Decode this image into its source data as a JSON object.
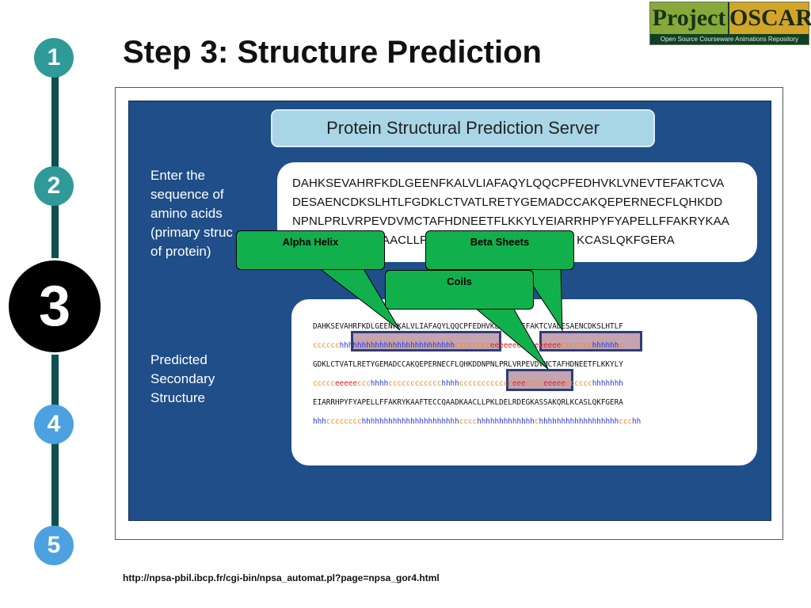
{
  "steps": [
    {
      "label": "1"
    },
    {
      "label": "2"
    },
    {
      "label": "3"
    },
    {
      "label": "4"
    },
    {
      "label": "5"
    }
  ],
  "slide": {
    "title": "Step 3: Structure Prediction"
  },
  "logo": {
    "word1": "Project",
    "word2": "OSCAR",
    "tagline": "Open Source Courseware Animations Repository"
  },
  "server": {
    "title": "Protein Structural Prediction Server"
  },
  "labels": {
    "sequence": [
      "Enter the",
      "sequence of",
      "amino acids",
      "(primary struc",
      "of protein)"
    ],
    "predicted": [
      "Predicted",
      "Secondary",
      "Structure"
    ]
  },
  "sequence_lines": [
    "DAHKSEVAHRFKDLGEENFKALVLIAFAQYLQQCPFEDHVKLVNEVTEFAKTCVA",
    "DESAENCDKSLHTLFGDKLCTVATLRETYGEMADCCAKQEPERNECFLQHKDD",
    "NPNLPRLVRPEVDVMCTAFHDNEETFLKKYLYEIARRHPYFYAPELLFFAKRYKAA",
    "AACLLP",
    "KCASLQKFGERA"
  ],
  "prediction": [
    {
      "type": "aa",
      "segments": [
        {
          "t": "DAHKSEVAHRFKDLGEENFKALVLIAFAQYLQQCPFEDHVKLVNEVTEFAKTCVADESAENCDKSLHTLF",
          "c": "aa"
        }
      ]
    },
    {
      "type": "ss",
      "segments": [
        {
          "t": "cccccc",
          "c": "c"
        },
        {
          "t": "hhhhhhhhhhhhhhhhhhhhhhhhhh",
          "c": "h"
        },
        {
          "t": "cccccccc",
          "c": "c"
        },
        {
          "t": "eeeeeeeeeeeeeeee",
          "c": "e"
        },
        {
          "t": "ccccccc",
          "c": "c"
        },
        {
          "t": "hhhhhh",
          "c": "h"
        },
        {
          "t": "c",
          "c": "c"
        }
      ]
    },
    {
      "type": "aa",
      "segments": [
        {
          "t": "GDKLCTVATLRETYGEMADCCAKQEPERNECFLQHKDDNPNLPRLVRPEVDVMCTAFHDNEETFLKKYLY",
          "c": "aa"
        }
      ]
    },
    {
      "type": "ss",
      "segments": [
        {
          "t": "ccccc",
          "c": "c"
        },
        {
          "t": "eeeee",
          "c": "e"
        },
        {
          "t": "ccc",
          "c": "c"
        },
        {
          "t": "hhhh",
          "c": "h"
        },
        {
          "t": "cccccccccccc",
          "c": "c"
        },
        {
          "t": "hhhh",
          "c": "h"
        },
        {
          "t": "cccccccccccc",
          "c": "c"
        },
        {
          "t": "eee",
          "c": "e"
        },
        {
          "t": "cccc",
          "c": "c"
        },
        {
          "t": "eeeee",
          "c": "e"
        },
        {
          "t": "cccccc",
          "c": "c"
        },
        {
          "t": "hhhhhhh",
          "c": "h"
        }
      ]
    },
    {
      "type": "aa",
      "segments": [
        {
          "t": "EIARRHPYFYAPELLFFAKRYKAAFTECCQAADKAACLLPKLDELRDEGKASSAKQRLKCASLQKFGERA",
          "c": "aa"
        }
      ]
    },
    {
      "type": "ss",
      "segments": [
        {
          "t": "hhh",
          "c": "h"
        },
        {
          "t": "cccccccc",
          "c": "c"
        },
        {
          "t": "hhhhhhhhhhhhhhhhhhhhhh",
          "c": "h"
        },
        {
          "t": "cccc",
          "c": "c"
        },
        {
          "t": "hhhhhhhhhhhhh",
          "c": "h"
        },
        {
          "t": "c",
          "c": "c"
        },
        {
          "t": "hhhhhhhhhhhhhhhhhh",
          "c": "h"
        },
        {
          "t": "ccc",
          "c": "c"
        },
        {
          "t": "hh",
          "c": "h"
        }
      ]
    }
  ],
  "callouts": {
    "alpha": "Alpha Helix",
    "beta": "Beta Sheets",
    "coils": "Coils"
  },
  "colors": {
    "coil": "#f08a1a",
    "helix": "#2233dd",
    "sheet": "#dd2222",
    "panel": "#1f4e89",
    "callout": "#12b04d"
  },
  "source_url": "http://npsa-pbil.ibcp.fr/cgi-bin/npsa_automat.pl?page=npsa_gor4.html"
}
